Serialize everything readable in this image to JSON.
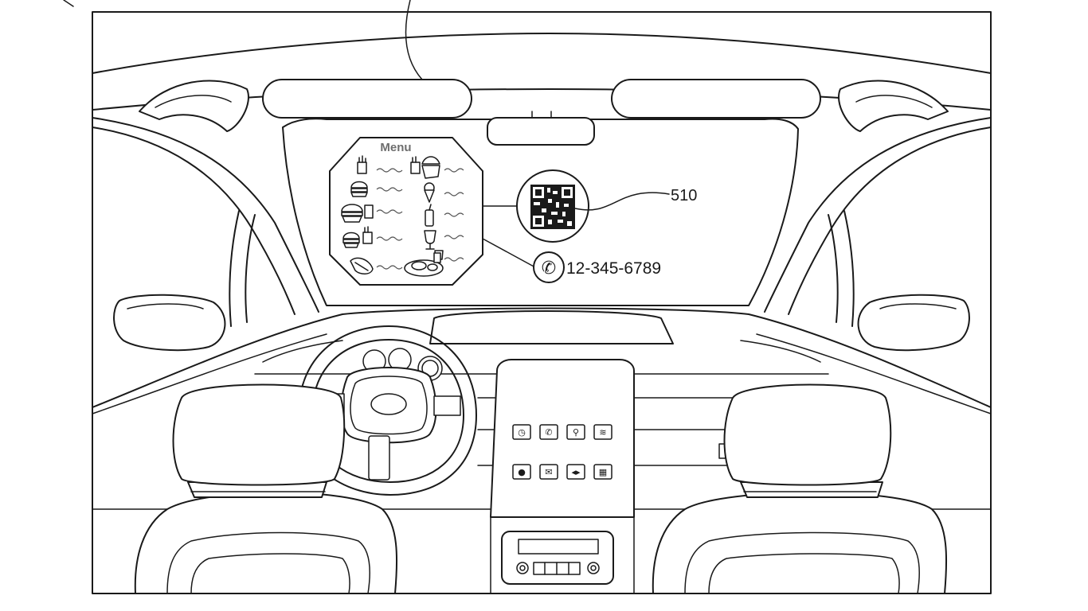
{
  "figure": {
    "menu_title": "Menu",
    "reference_label": "510",
    "phone_number": "12-345-6789",
    "phone_icon": "phone-handset-icon",
    "qr_icon": "qr-code-icon"
  },
  "center_console": {
    "row1_icons": [
      "clock-icon",
      "phone-icon",
      "map-pin-icon",
      "wireless-icon"
    ],
    "row2_icons": [
      "record-icon",
      "mail-icon",
      "media-icon",
      "apps-grid-icon"
    ],
    "row1_glyphs": [
      "◷",
      "✆",
      "⚲",
      "≋"
    ],
    "row2_glyphs": [
      "●",
      "✉",
      "◂▸",
      "▦"
    ]
  },
  "menu_items": {
    "left_column": [
      "fries-icon",
      "burger-icon",
      "burger-drink-icon",
      "burger-fries-icon",
      "burrito-icon"
    ],
    "right_column": [
      "combo-meal-icon",
      "ice-cream-icon",
      "drink-cup-icon",
      "wine-glass-icon",
      "meal-plate-icon"
    ]
  }
}
